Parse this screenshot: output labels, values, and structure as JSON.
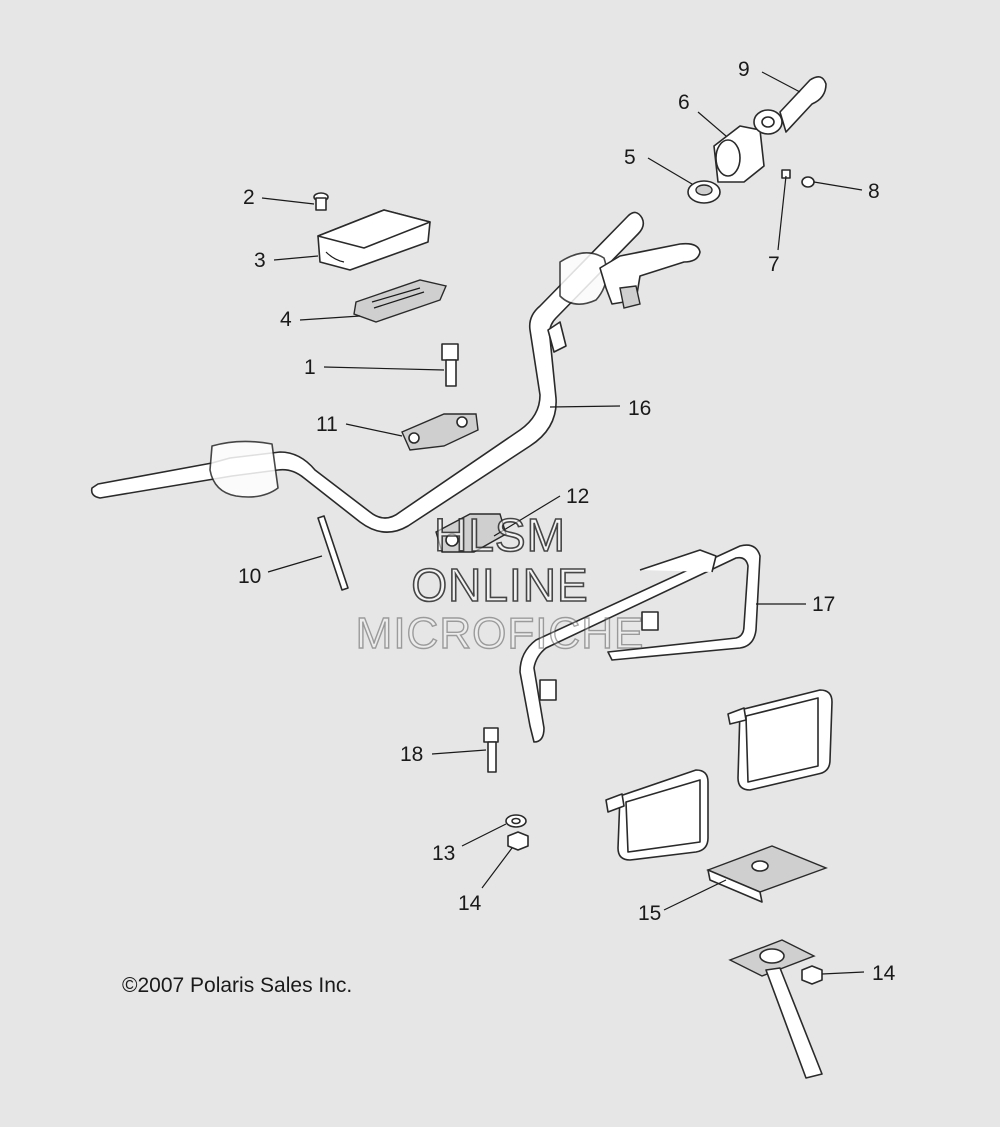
{
  "callouts": [
    {
      "id": "c1",
      "label": "1"
    },
    {
      "id": "c2",
      "label": "2"
    },
    {
      "id": "c3",
      "label": "3"
    },
    {
      "id": "c4",
      "label": "4"
    },
    {
      "id": "c5",
      "label": "5"
    },
    {
      "id": "c6",
      "label": "6"
    },
    {
      "id": "c7",
      "label": "7"
    },
    {
      "id": "c8",
      "label": "8"
    },
    {
      "id": "c9",
      "label": "9"
    },
    {
      "id": "c10",
      "label": "10"
    },
    {
      "id": "c11",
      "label": "11"
    },
    {
      "id": "c12",
      "label": "12"
    },
    {
      "id": "c13",
      "label": "13"
    },
    {
      "id": "c14a",
      "label": "14"
    },
    {
      "id": "c14b",
      "label": "14"
    },
    {
      "id": "c15",
      "label": "15"
    },
    {
      "id": "c16",
      "label": "16"
    },
    {
      "id": "c17",
      "label": "17"
    },
    {
      "id": "c18",
      "label": "18"
    }
  ],
  "watermark": {
    "line1": "HLSM",
    "line2": "ONLINE",
    "line3": "MICROFICHE"
  },
  "copyright": "©2007 Polaris Sales Inc."
}
